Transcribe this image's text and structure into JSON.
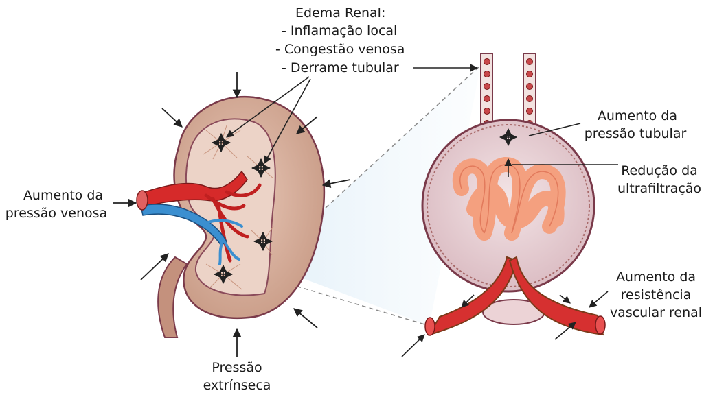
{
  "labels": {
    "edema_title": "Edema Renal:",
    "edema_items": [
      "- Inflamação local",
      "- Congestão venosa",
      "- Derrame tubular"
    ],
    "venous_pressure": [
      "Aumento da",
      "pressão venosa"
    ],
    "extrinsic_pressure": [
      "Pressão",
      "extrínseca"
    ],
    "tubular_pressure": [
      "Aumento da",
      "pressão tubular"
    ],
    "ultrafiltration": [
      "Redução da",
      "ultrafiltração"
    ],
    "vascular_resistance": [
      "Aumento da",
      "resistência",
      "vascular renal"
    ]
  },
  "colors": {
    "kidney_fill": "#d9ad98",
    "kidney_inner": "#ead0c2",
    "kidney_outline": "#7a3a4a",
    "artery_red": "#d62a2a",
    "vein_blue": "#3b8fd0",
    "glomerulus": "#f4a07f",
    "capsule_fill": "#ead4d8",
    "tubule_cell": "#c8474a"
  },
  "icons": [
    "arrow-icon",
    "cross-arrows-icon"
  ]
}
